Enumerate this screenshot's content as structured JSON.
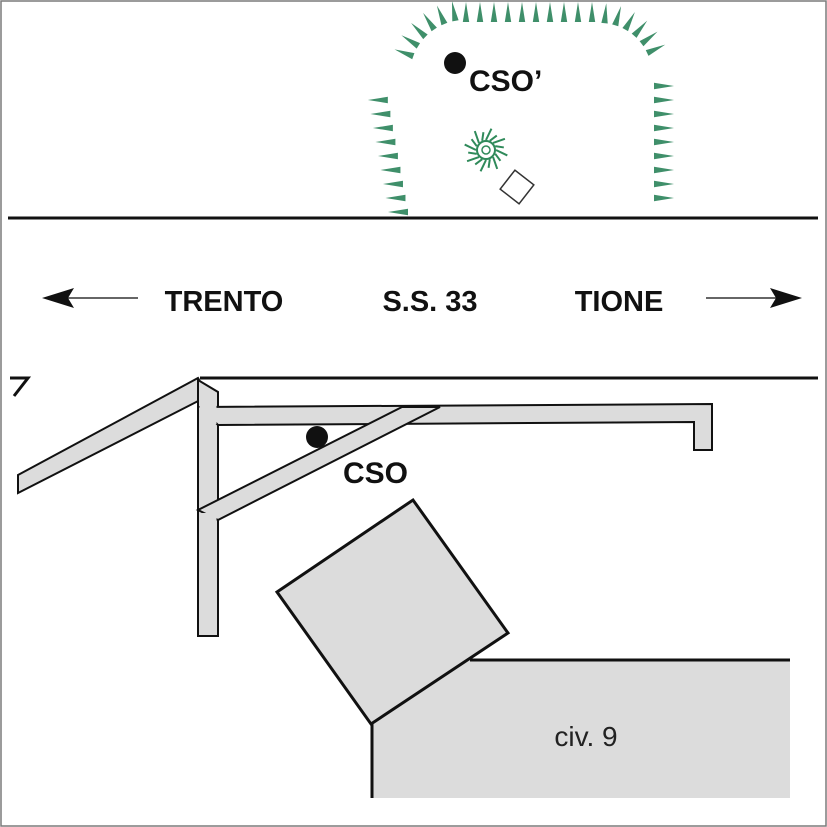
{
  "labels": {
    "trento": "TRENTO",
    "road": "S.S. 33",
    "tione": "TIONE",
    "cso_top": "CSO’",
    "cso_bottom": "CSO",
    "civ": "civ. 9"
  },
  "icons": {
    "west_arrow": "arrow-left-icon",
    "east_arrow": "arrow-right-icon",
    "tree": "tree-icon",
    "monitoring_point": "filled-circle-icon"
  },
  "colors": {
    "line": "#111111",
    "fill": "#dcdcdc",
    "hatch": "#3f8f6a",
    "tree": "#2f8a5a",
    "frame": "#7a7a7a"
  }
}
